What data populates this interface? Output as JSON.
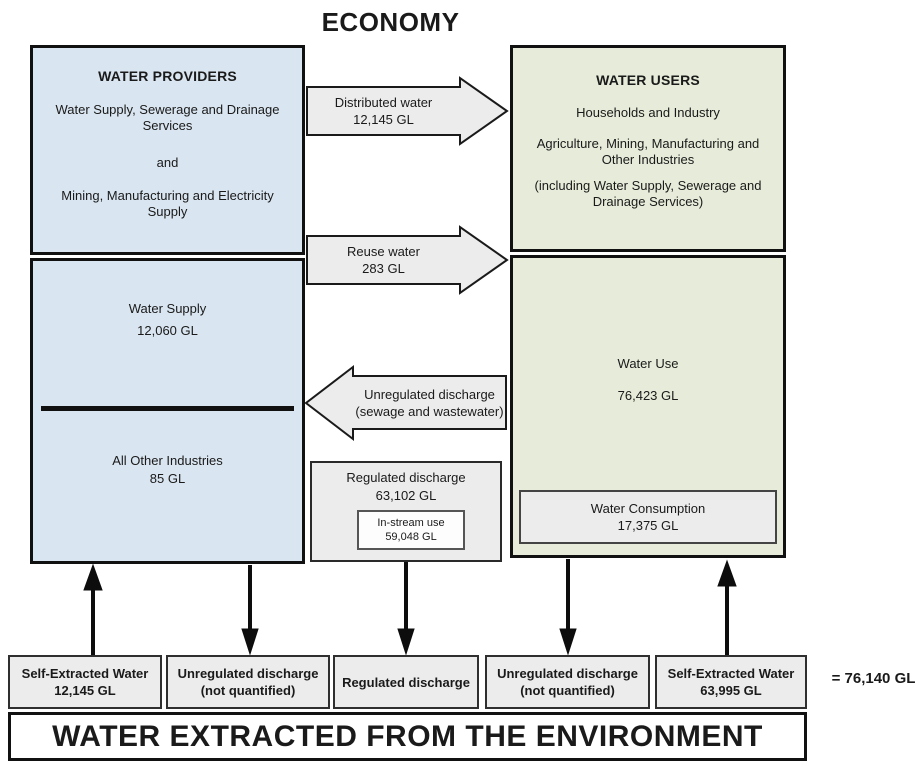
{
  "title": "ECONOMY",
  "providers": {
    "header": "WATER PROVIDERS",
    "group1": "Water Supply, Sewerage and Drainage Services",
    "connector": "and",
    "group2": "Mining, Manufacturing and Electricity Supply",
    "water_supply_label": "Water Supply",
    "water_supply_value": "12,060 GL",
    "other_label": "All Other Industries",
    "other_value": "85 GL"
  },
  "users": {
    "header": "WATER USERS",
    "group1": "Households and Industry",
    "group2": "Agriculture, Mining, Manufacturing and Other Industries",
    "group3": "(including Water Supply, Sewerage and Drainage Services)",
    "water_use_label": "Water Use",
    "water_use_value": "76,423 GL",
    "consumption_label": "Water Consumption",
    "consumption_value": "17,375 GL"
  },
  "flows": {
    "distributed_label": "Distributed water",
    "distributed_value": "12,145 GL",
    "reuse_label": "Reuse water",
    "reuse_value": "283 GL",
    "unregulated_label": "Unregulated discharge",
    "unregulated_sub": "(sewage and wastewater)",
    "regulated_label": "Regulated discharge",
    "regulated_value": "63,102 GL",
    "instream_label": "In-stream use",
    "instream_value": "59,048 GL"
  },
  "environment": {
    "boxes": [
      {
        "label": "Self-Extracted Water",
        "sub": "12,145 GL"
      },
      {
        "label": "Unregulated discharge",
        "sub": "(not quantified)"
      },
      {
        "label": "Regulated discharge",
        "sub": ""
      },
      {
        "label": "Unregulated discharge",
        "sub": "(not quantified)"
      },
      {
        "label": "Self-Extracted Water",
        "sub": "63,995 GL"
      }
    ],
    "total": "= 76,140 GL",
    "banner": "WATER EXTRACTED FROM THE ENVIRONMENT"
  },
  "colors": {
    "providers_fill": "#d9e5f0",
    "users_fill": "#e6ecd9",
    "flow_fill": "#ececec",
    "border": "#111111"
  }
}
